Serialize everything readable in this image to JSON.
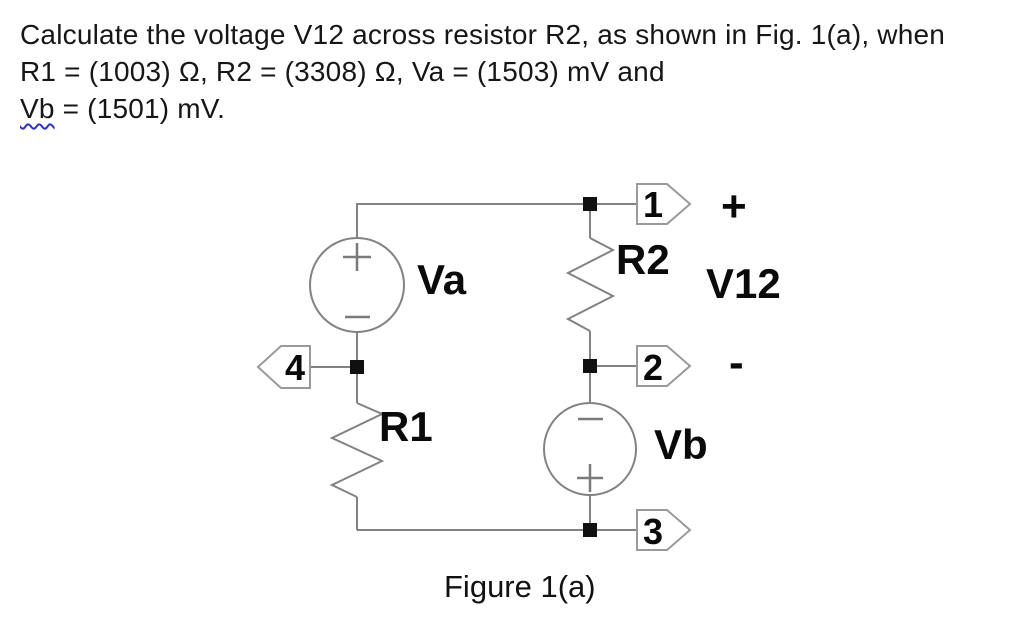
{
  "problem": {
    "line1": "Calculate the voltage V12 across resistor R2, as shown in Fig. 1(a), when",
    "line2": "R1 = (1003) Ω, R2 = (3308) Ω, Va = (1503) mV and",
    "line3_misspelled_word": "Vb",
    "line3_rest": " = (1501) mV.",
    "given_values": {
      "R1_ohms": 1003,
      "R2_ohms": 3308,
      "Va_mV": 1503,
      "Vb_mV": 1501
    }
  },
  "figure": {
    "caption": "Figure 1(a)",
    "labels": {
      "source_a": "Va",
      "source_b": "Vb",
      "resistor_1": "R1",
      "resistor_2": "R2",
      "measured_voltage": "V12",
      "polarity_plus": "+",
      "polarity_minus": "-"
    },
    "nodes": {
      "n1": "1",
      "n2": "2",
      "n3": "3",
      "n4": "4"
    },
    "sources": {
      "va": {
        "name": "Va",
        "top_sign": "+",
        "bottom_sign": "−"
      },
      "vb": {
        "name": "Vb",
        "top_sign": "−",
        "bottom_sign": "+"
      }
    },
    "colors": {
      "wire": "#828282",
      "junction": "#101010",
      "node_outline": "#9a9a9a",
      "label_text": "#0a0a0a",
      "squiggle": "#2f2fd0"
    }
  }
}
